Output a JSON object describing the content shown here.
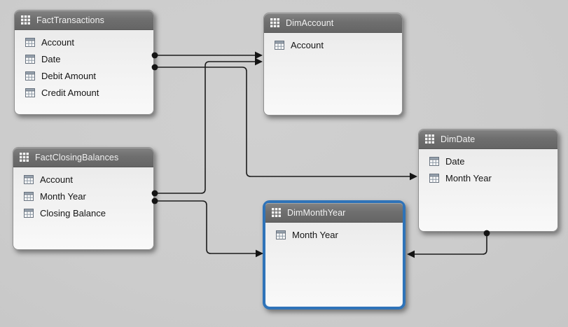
{
  "app": {
    "view_name": "data-model-diagram",
    "background_color": "#cccccc"
  },
  "colors": {
    "table_header": "#6f6f6f",
    "table_header_text": "#f2f2f2",
    "card_body_top": "#e7e7e7",
    "card_body_bottom": "#f9f9f9",
    "selected_border": "#2f73b8",
    "connector_line": "#1c1c1c"
  },
  "icons": {
    "table_header_icon": "grid-icon",
    "field_icon": "table-icon",
    "many_side_marker": "dot",
    "one_side_marker": "arrowhead"
  },
  "tables": [
    {
      "name": "FactTransactions",
      "fields": [
        "Account",
        "Date",
        "Debit Amount",
        "Credit Amount"
      ],
      "selected": false
    },
    {
      "name": "DimAccount",
      "fields": [
        "Account"
      ],
      "selected": false
    },
    {
      "name": "FactClosingBalances",
      "fields": [
        "Account",
        "Month Year",
        "Closing Balance"
      ],
      "selected": false
    },
    {
      "name": "DimDate",
      "fields": [
        "Date",
        "Month Year"
      ],
      "selected": false
    },
    {
      "name": "DimMonthYear",
      "fields": [
        "Month Year"
      ],
      "selected": true
    }
  ],
  "relationships": [
    {
      "from_table": "FactTransactions",
      "from_field": "Account",
      "to_table": "DimAccount",
      "to_field": "Account"
    },
    {
      "from_table": "FactTransactions",
      "from_field": "Date",
      "to_table": "DimDate",
      "to_field": "Date"
    },
    {
      "from_table": "FactClosingBalances",
      "from_field": "Account",
      "to_table": "DimAccount",
      "to_field": "Account"
    },
    {
      "from_table": "FactClosingBalances",
      "from_field": "Month Year",
      "to_table": "DimMonthYear",
      "to_field": "Month Year"
    },
    {
      "from_table": "DimDate",
      "from_field": "Month Year",
      "to_table": "DimMonthYear",
      "to_field": "Month Year"
    }
  ]
}
